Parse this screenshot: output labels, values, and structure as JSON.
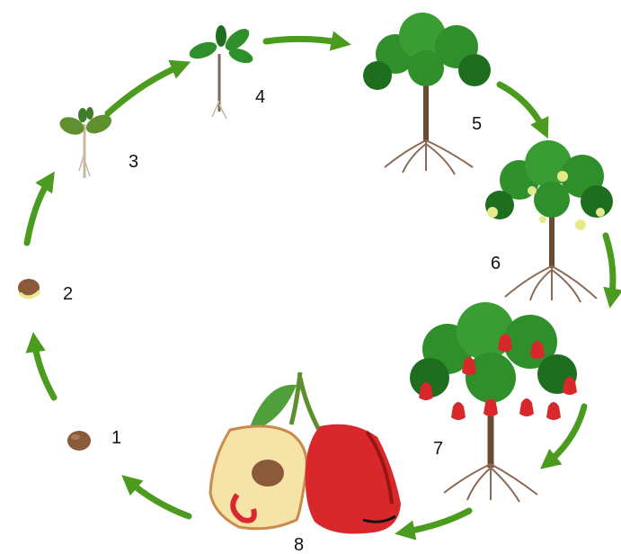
{
  "diagram": {
    "stages": [
      {
        "label": "1",
        "name": "seed"
      },
      {
        "label": "2",
        "name": "germinating-seed"
      },
      {
        "label": "3",
        "name": "seedling"
      },
      {
        "label": "4",
        "name": "young-plant"
      },
      {
        "label": "5",
        "name": "young-tree"
      },
      {
        "label": "6",
        "name": "flowering-tree"
      },
      {
        "label": "7",
        "name": "fruiting-tree"
      },
      {
        "label": "8",
        "name": "fruit-with-seed"
      }
    ]
  },
  "colors": {
    "arrow": "#4a9b1e",
    "leaf": "#2f8f2a",
    "leaf_dark": "#1f6d1f",
    "trunk": "#6b4a32",
    "root": "#8a6a55",
    "fruit": "#d8282b",
    "fruit_dark": "#9b1414",
    "flower": "#e7ea8a",
    "seed": "#8b5a3b",
    "pulp": "#f6e3a8"
  }
}
